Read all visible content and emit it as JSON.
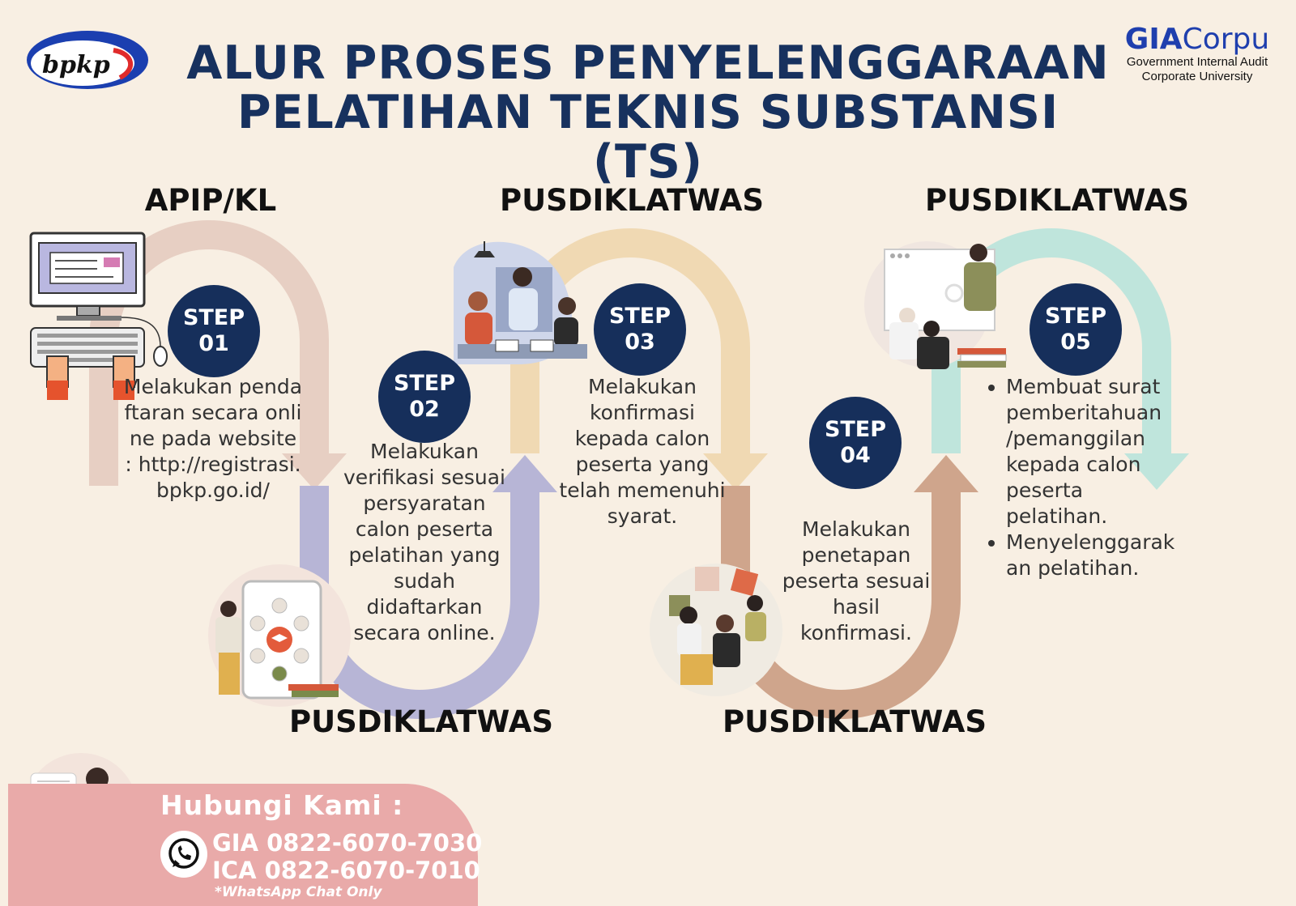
{
  "title": {
    "line1": "ALUR PROSES PENYELENGGARAAN",
    "line2": "PELATIHAN TEKNIS SUBSTANSI (TS)"
  },
  "logos": {
    "bpkp": "bpkp",
    "gia_bold": "GIA",
    "gia_light": "Corpu",
    "gia_sub1": "Government Internal Audit",
    "gia_sub2": "Corporate University"
  },
  "actors": {
    "top1": "APIP/KL",
    "top2": "PUSDIKLATWAS",
    "top3": "PUSDIKLATWAS",
    "bottom1": "PUSDIKLATWAS",
    "bottom2": "PUSDIKLATWAS"
  },
  "steps": [
    {
      "word": "STEP",
      "num": "01",
      "desc": "Melakukan pendaftaran secara online pada website : http://registrasi.bpkp.go.id/"
    },
    {
      "word": "STEP",
      "num": "02",
      "desc": "Melakukan verifikasi sesuai persyaratan calon peserta pelatihan yang sudah didaftarkan secara online."
    },
    {
      "word": "STEP",
      "num": "03",
      "desc": "Melakukan konfirmasi kepada calon peserta yang telah memenuhi syarat."
    },
    {
      "word": "STEP",
      "num": "04",
      "desc": "Melakukan penetapan peserta sesuai hasil konfirmasi."
    },
    {
      "word": "STEP",
      "num": "05",
      "bullets": [
        "Membuat surat pemberitahuan /pemanggilan kepada calon peserta pelatihan.",
        "Menyelenggarakan pelatihan."
      ]
    }
  ],
  "contact": {
    "title": "Hubungi Kami :",
    "line1": "GIA 0822-6070-7030",
    "line2": "ICA 0822-6070-7010",
    "note": "*WhatsApp Chat Only"
  },
  "icons": [
    "computer-icon",
    "classroom-illustration",
    "education-tablet-illustration",
    "team-puzzle-illustration",
    "presentation-illustration",
    "whatsapp-icon",
    "call-center-illustration"
  ],
  "colors": {
    "background": "#f8efe3",
    "navy": "#162f5b",
    "arrow1": "#e7cfc3",
    "arrow2": "#b7b5d6",
    "arrow3": "#f0d9b3",
    "arrow4": "#cfa58c",
    "arrow5": "#bfe5dc",
    "contact": "#e9aaa9"
  }
}
